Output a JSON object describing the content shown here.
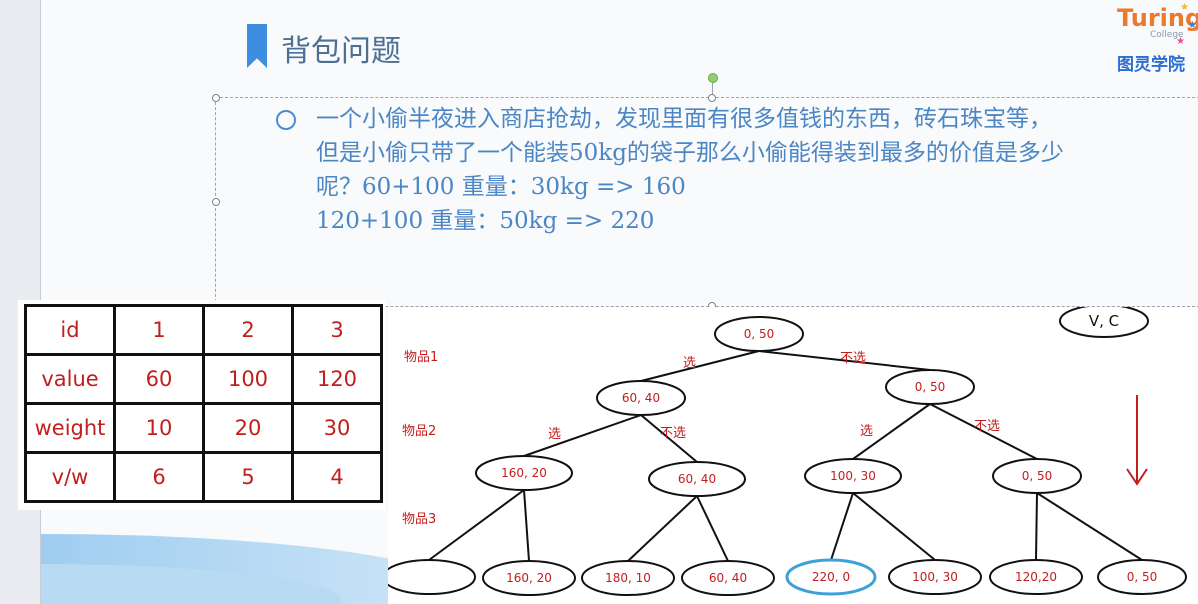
{
  "slide": {
    "title": "背包问题",
    "logo": {
      "en": "Turing",
      "sub": "College",
      "cn": "图灵学院"
    },
    "paragraph": {
      "lines": [
        "一个小偷半夜进入商店抢劫，发现里面有很多值钱的东西，砖石珠宝等，",
        "但是小偷只带了一个能装50kg的袋子那么小偷能得装到最多的价值是多少",
        "呢？60+100 重量：30kg => 160",
        "120+100 重量：50kg => 220"
      ]
    }
  },
  "table": {
    "rows": [
      [
        "id",
        "1",
        "2",
        "3"
      ],
      [
        "value",
        "60",
        "100",
        "120"
      ],
      [
        "weight",
        "10",
        "20",
        "30"
      ],
      [
        "v/w",
        "6",
        "5",
        "4"
      ]
    ]
  },
  "tree": {
    "legend": "V, C",
    "levels": [
      "物品1",
      "物品2",
      "物品3"
    ],
    "edge_labels": [
      "选",
      "不选",
      "选",
      "不选",
      "选",
      "不选"
    ],
    "nodes": [
      "0, 50",
      "60, 40",
      "0, 50",
      "160, 20",
      "60, 40",
      "100, 30",
      "0, 50",
      "",
      "160, 20",
      "180, 10",
      "60, 40",
      "220, 0",
      "100, 30",
      "120,20",
      "0, 50"
    ],
    "highlight_color": "#3ea0d8",
    "text_color": "#c21e1e"
  }
}
